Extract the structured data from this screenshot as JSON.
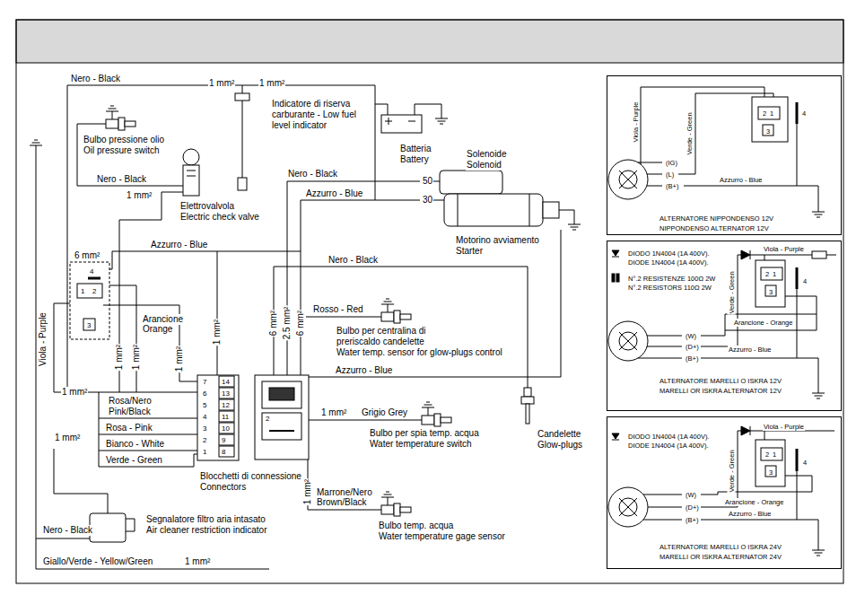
{
  "diagram": {
    "nodes": [
      {
        "text": [
          "Viola - Purple",
          "Verde - Green",
          "2",
          "1",
          "3",
          "4",
          "(IG)",
          "(L)",
          "(B+)",
          "Azzurro - Blue",
          "ALTERNATORE NIPPONDENSO 12V",
          "NIPPONDENSO ALTERNATOR 12V"
        ]
      },
      {
        "text": [
          "DIODO 1N4004 (1A 400V).",
          "DIODE 1N4004 (1A 400V).",
          "N°.2 RESISTENZE 100Ω 2W",
          "N°.2 RESISTORS 110Ω 2W",
          "Viola - Purple",
          "Verde - Green",
          "2",
          "1",
          "3",
          "4",
          "Arancione - Orange",
          "(W)",
          "(D+)",
          "(B+)",
          "Azzurro - Blue",
          "ALTERNATORE MARELLI O ISKRA 12V",
          "MARELLI OR ISKRA ALTERNATOR 12V"
        ]
      },
      {
        "text": [
          "DIODO 1N4004 (1A 400V).",
          "DIODE 1N4004 (1A 400V).",
          "Viola - Purple",
          "Verde - Green",
          "2",
          "1",
          "3",
          "4",
          "Arancione - Orange",
          "(W)",
          "(D+)",
          "(B+)",
          "Azzurro - Blue",
          "ALTERNATORE MARELLI O ISKRA 24V",
          "MARELLI OR ISKRA ALTERNATOR 24V"
        ]
      }
    ],
    "labels": [
      "Nero - Black",
      "1 mm²",
      "1 mm²",
      "Indicatore di riserva",
      "carburante - Low fuel",
      "level indicator",
      "Bulbo pressione olio",
      "Oil pressure switch",
      "Batteria",
      "Battery",
      "Solenoide",
      "Solenoid",
      "Nero - Black",
      "50",
      "Nero - Black",
      "30",
      "1 mm²",
      "Azzurro - Blue",
      "Elettrovalvola",
      "Electric check valve",
      "Motorino avviamento",
      "Starter",
      "Azzurro - Blue",
      "6 mm²",
      "Nero - Black",
      "4",
      "1",
      "2",
      "3",
      "Rosso - Red",
      "Arancione",
      "Orange",
      "Bulbo per centralina di",
      "preriscaldo candelette",
      "Water temp. sensor for glow-plugs control",
      "Viola - Purple",
      "1 mm²",
      "6 mm²",
      "2.5 mm²",
      "6 mm²",
      "1 mm²",
      "1 mm²",
      "1 mm²",
      "Azzurro - Blue",
      "1 mm²",
      "7",
      "14",
      "6",
      "13",
      "5",
      "12",
      "4",
      "11",
      "3",
      "10",
      "2",
      "9",
      "1",
      "8",
      "Rosa/Nero",
      "Pink/Black",
      "1 mm²",
      "Grigio Grey",
      "2",
      "Rosa - Pink",
      "Bulbo per spia temp. acqua",
      "Water temperature switch",
      "Candelette",
      "Glow-plugs",
      "1 mm²",
      "Bianco - White",
      "Verde - Green",
      "Blocchetti di connessione",
      "Connectors",
      "1 mm²",
      "Marrone/Nero",
      "Brown/Black",
      "Segnalatore filtro aria intasato",
      "Air cleaner restriction indicator",
      "Bulbo temp. acqua",
      "Water temperature gage sensor",
      "Nero - Black",
      "Giallo/Verde - Yellow/Green",
      "1 mm²"
    ]
  }
}
